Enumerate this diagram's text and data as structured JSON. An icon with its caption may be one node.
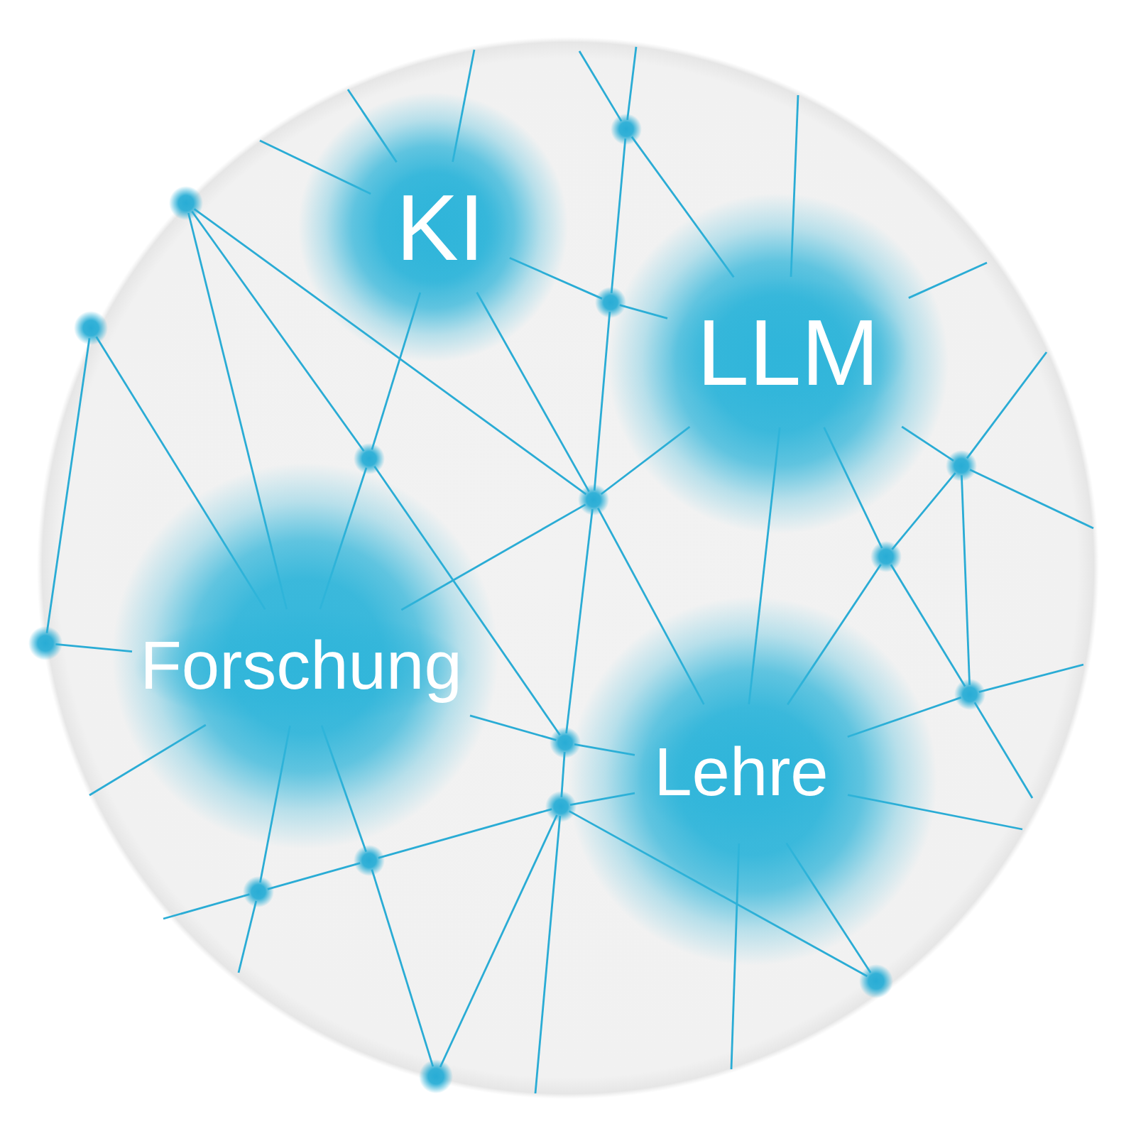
{
  "diagram": {
    "nodes": [
      {
        "text": [
          "KI"
        ]
      },
      {
        "text": [
          "LLM"
        ]
      },
      {
        "text": [
          "Forschung"
        ]
      },
      {
        "text": [
          "Lehre"
        ]
      },
      {
        "text": [],
        "shape": "circle"
      },
      {
        "text": [],
        "shape": "circle"
      },
      {
        "text": [],
        "shape": "circle"
      },
      {
        "text": [],
        "shape": "circle"
      },
      {
        "text": [],
        "shape": "circle"
      },
      {
        "text": [],
        "shape": "circle"
      },
      {
        "text": [],
        "shape": "circle"
      },
      {
        "text": [],
        "shape": "circle"
      },
      {
        "text": [],
        "shape": "circle"
      },
      {
        "text": [],
        "shape": "circle"
      },
      {
        "text": [],
        "shape": "circle"
      },
      {
        "text": [],
        "shape": "circle"
      },
      {
        "text": [],
        "shape": "circle"
      },
      {
        "text": [],
        "shape": "circle"
      },
      {
        "text": [],
        "shape": "circle"
      },
      {
        "text": [],
        "shape": "circle"
      }
    ],
    "edges": [
      {
        "from": null,
        "to": 0,
        "arrow": "none"
      },
      {
        "from": 0,
        "to": 8,
        "arrow": "none"
      },
      {
        "from": 8,
        "to": 2,
        "arrow": "none"
      },
      {
        "from": 2,
        "to": 17,
        "arrow": "none"
      },
      {
        "from": 17,
        "to": null,
        "arrow": "none"
      },
      {
        "from": null,
        "to": 0,
        "arrow": "none"
      },
      {
        "from": 0,
        "to": 10,
        "arrow": "none"
      },
      {
        "from": 10,
        "to": 3,
        "arrow": "none"
      },
      {
        "from": 3,
        "to": 18,
        "arrow": "none"
      },
      {
        "from": null,
        "to": 0,
        "arrow": "none"
      },
      {
        "from": 0,
        "to": 6,
        "arrow": "none"
      },
      {
        "from": 6,
        "to": 1,
        "arrow": "none"
      },
      {
        "from": 1,
        "to": 9,
        "arrow": "none"
      },
      {
        "from": 9,
        "to": null,
        "arrow": "none"
      },
      {
        "from": null,
        "to": 4,
        "arrow": "none"
      },
      {
        "from": 4,
        "to": 1,
        "arrow": "none"
      },
      {
        "from": 1,
        "to": 11,
        "arrow": "none"
      },
      {
        "from": 11,
        "to": 13,
        "arrow": "none"
      },
      {
        "from": 13,
        "to": null,
        "arrow": "none"
      },
      {
        "from": null,
        "to": 4,
        "arrow": "none"
      },
      {
        "from": 4,
        "to": 6,
        "arrow": "none"
      },
      {
        "from": 6,
        "to": 10,
        "arrow": "none"
      },
      {
        "from": 10,
        "to": 14,
        "arrow": "none"
      },
      {
        "from": 14,
        "to": 15,
        "arrow": "none"
      },
      {
        "from": 15,
        "to": null,
        "arrow": "none"
      },
      {
        "from": null,
        "to": 1,
        "arrow": "none"
      },
      {
        "from": 1,
        "to": 3,
        "arrow": "none"
      },
      {
        "from": 3,
        "to": null,
        "arrow": "none"
      },
      {
        "from": null,
        "to": 2,
        "arrow": "none"
      },
      {
        "from": 2,
        "to": 10,
        "arrow": "none"
      },
      {
        "from": 10,
        "to": 1,
        "arrow": "none"
      },
      {
        "from": 1,
        "to": null,
        "arrow": "none"
      },
      {
        "from": 5,
        "to": 8,
        "arrow": "none"
      },
      {
        "from": 8,
        "to": 14,
        "arrow": "none"
      },
      {
        "from": 5,
        "to": 10,
        "arrow": "none"
      },
      {
        "from": 5,
        "to": 2,
        "arrow": "none"
      },
      {
        "from": 2,
        "to": 16,
        "arrow": "none"
      },
      {
        "from": 16,
        "to": 19,
        "arrow": "none"
      },
      {
        "from": 7,
        "to": 12,
        "arrow": "none"
      },
      {
        "from": 7,
        "to": 2,
        "arrow": "none"
      },
      {
        "from": 12,
        "to": 2,
        "arrow": "none"
      },
      {
        "from": 2,
        "to": 14,
        "arrow": "none"
      },
      {
        "from": 14,
        "to": 3,
        "arrow": "none"
      },
      {
        "from": 3,
        "to": null,
        "arrow": "none"
      },
      {
        "from": null,
        "to": 17,
        "arrow": "none"
      },
      {
        "from": 17,
        "to": 16,
        "arrow": "none"
      },
      {
        "from": 16,
        "to": 15,
        "arrow": "none"
      },
      {
        "from": 15,
        "to": 3,
        "arrow": "none"
      },
      {
        "from": 3,
        "to": 13,
        "arrow": "none"
      },
      {
        "from": 13,
        "to": null,
        "arrow": "none"
      },
      {
        "from": 19,
        "to": 15,
        "arrow": "none"
      },
      {
        "from": 15,
        "to": 18,
        "arrow": "none"
      },
      {
        "from": null,
        "to": 9,
        "arrow": "none"
      },
      {
        "from": 9,
        "to": 11,
        "arrow": "none"
      },
      {
        "from": 11,
        "to": 3,
        "arrow": "none"
      },
      {
        "from": 9,
        "to": 13,
        "arrow": "none"
      }
    ]
  }
}
